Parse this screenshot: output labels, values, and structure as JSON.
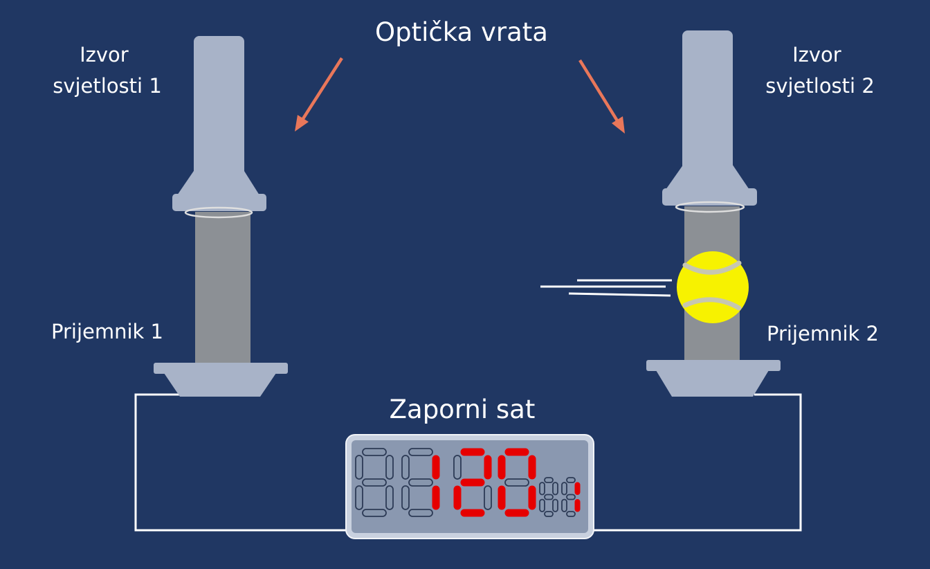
{
  "labels": {
    "gate_title": "Optička vrata",
    "source1": [
      "Izvor",
      "svjetlosti 1"
    ],
    "source2": [
      "Izvor",
      "svjetlosti 2"
    ],
    "receiver1": "Prijemnik 1",
    "receiver2": "Prijemnik 2",
    "stopwatch": "Zaporni sat"
  },
  "display": {
    "large_digits": [
      "",
      "1",
      "2",
      "0"
    ],
    "small_digits": [
      "",
      "1"
    ]
  },
  "colors": {
    "background": "#203763",
    "device": "#a8b3c8",
    "beam": "#8c9095",
    "ball": "#f7f200",
    "arrow": "#e9775a",
    "segment_on": "#e60000",
    "display_bg": "#8a98b0"
  }
}
